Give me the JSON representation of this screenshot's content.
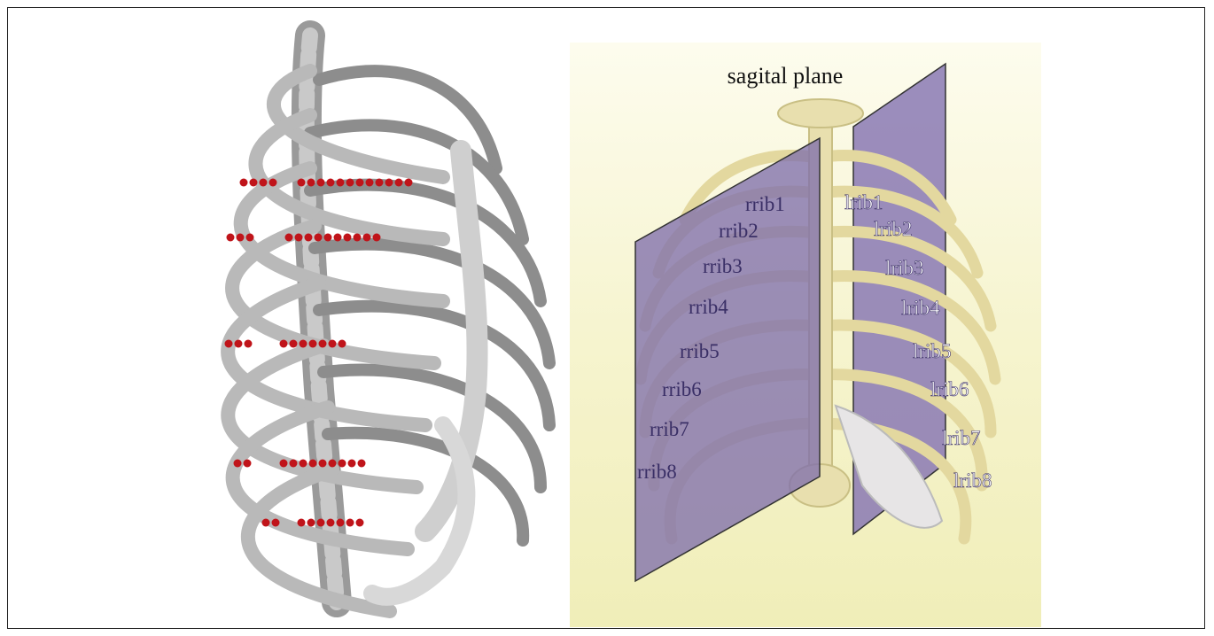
{
  "figure": {
    "plane_title": "sagital plane",
    "right_labels": [
      "rrib1",
      "rrib2",
      "rrib3",
      "rrib4",
      "rrib5",
      "rrib6",
      "rrib7",
      "rrib8"
    ],
    "left_labels": [
      "lrib1",
      "lrib2",
      "lrib3",
      "lrib4",
      "lrib5",
      "lrib6",
      "lrib7",
      "lrib8"
    ]
  },
  "colors": {
    "bone_gray": "#b9b9b9",
    "bone_gray_dark": "#8d8d8d",
    "bone_yellow": "#e6dca6",
    "plane_purple": "#7a6aa8",
    "marker_red": "#c0141a",
    "bg_yellow": "#f2efbd",
    "label_white": "#ffffff",
    "label_purple": "#3a2f66"
  },
  "marker_rows": 5,
  "icons": [
    "ribcage-3d-gray",
    "ribcage-yellow-sagittal"
  ]
}
